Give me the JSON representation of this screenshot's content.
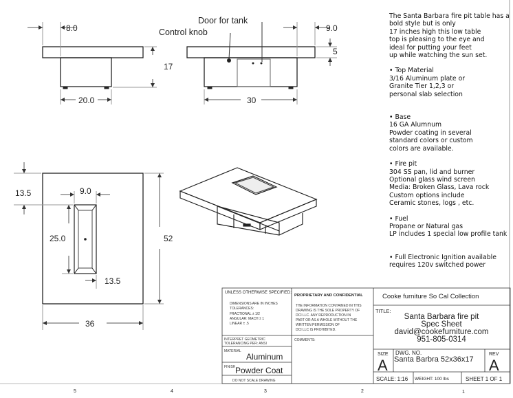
{
  "description": {
    "intro": "The Santa Barbara fire pit table has a\nbold style but is only\n17 inches high this low table\ntop is pleasing to the eye and\nideal for putting your feet\nup while watching the sun set.",
    "sections": [
      {
        "text": "• Top Material\n3/16 Aluminum plate or\nGranite Tier 1,2,3 or\npersonal slab selection"
      },
      {
        "text": "• Base\n16 GA Alumnum\nPowder coating in several\nstandard colors or custom\ncolors are available."
      },
      {
        "text": "• Fire pit\n304 SS pan, lid and burner\nOptional glass wind screen\nMedia: Broken Glass, Lava rock\nCustom options include\nCeramic stones, logs , etc."
      },
      {
        "text": "• Fuel\nPropane or Natural gas\nLP includes 1 special low profile tank"
      },
      {
        "text": "•  Full Electronic Ignition available\nrequires 120v switched power"
      }
    ]
  },
  "callouts": {
    "door": "Door for tank",
    "knob": "Control knob"
  },
  "dimensions": {
    "side_top_overhang": "8.0",
    "side_height": "17",
    "side_base_width": "20.0",
    "front_overhang": "9.0",
    "front_top_thickness": "5",
    "front_base_width": "30",
    "top_offset_top": "13.5",
    "top_burner_width": "9.0",
    "top_burner_length": "25.0",
    "top_length": "52",
    "top_offset_bottom": "13.5",
    "top_width": "36"
  },
  "title_block": {
    "unless": "UNLESS OTHERWISE SPECIFIED:",
    "tol1": "DIMENSIONS ARE IN INCHES",
    "tol2": "TOLERANCES:",
    "tol3": "FRACTIONAL ± 1/2",
    "tol4": "ANGULAR: MACH ± 1",
    "tol5": "LINEAR   ± .5",
    "proprietary": "PROPRIETARY AND CONFIDENTIAL",
    "prop1": "THE INFORMATION CONTAINED IN THIS",
    "prop2": "DRAWING IS THE SOLE PROPERTY OF",
    "prop3": "DCI LLC.  ANY REPRODUCTION IN",
    "prop4": "PART OR AS A WHOLE WITHOUT THE",
    "prop5": "WRITTEN PERMISSION OF",
    "prop6": "DCI LLC IS PROHIBITED.",
    "interpret1": "INTERPRET GEOMETRIC",
    "interpret2": "TOLERANCING PER: ANSI",
    "comments": "COMMENTS:",
    "material_label": "MATERIAL",
    "material": "Aluminum",
    "finish_label": "FINISH",
    "finish": "Powder Coat",
    "no_scale": "DO NOT SCALE DRAWING",
    "company": "Cooke furniture So Cal Collection",
    "title_label": "TITLE:",
    "title1": "Santa Barbara fire pit",
    "title2": "Spec Sheet",
    "email": "david@cookefurniture.com",
    "phone": "951-805-0314",
    "size_label": "SIZE",
    "size": "A",
    "dwg_label": "DWG.  NO.",
    "dwg_no": "Santa Barbra 52x36x17",
    "rev_label": "REV",
    "rev": "A",
    "scale": "SCALE: 1:16",
    "weight": "WEIGHT: 100 lbs",
    "sheet": "SHEET 1 OF 1"
  },
  "zones": [
    "5",
    "4",
    "3",
    "2",
    "1"
  ]
}
